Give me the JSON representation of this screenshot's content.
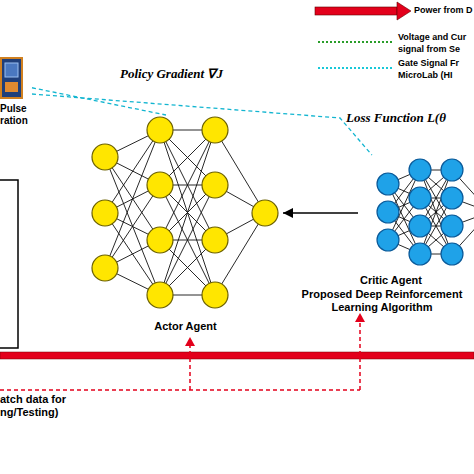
{
  "diagram": {
    "nodes": [
      {
        "text": [
          "Pulse ration"
        ]
      },
      {
        "text": [
          "Actor Agent"
        ]
      },
      {
        "text": [
          "Critic Agent"
        ]
      }
    ],
    "edges": [
      {
        "from": 0,
        "to": 1,
        "label": "Policy Gradient ∇J",
        "arrow": "none"
      },
      {
        "from": 0,
        "to": 2,
        "label": "Loss Function L(θ",
        "arrow": "none"
      },
      {
        "from": 2,
        "to": 1,
        "arrow": "to"
      }
    ],
    "labels": [
      "Proposed Deep Reinforcement Learning Algorithm",
      "atch data for",
      "ng/Testing)"
    ],
    "legend": [
      {
        "text": "Power from D"
      },
      {
        "text": "Voltage and Cur signal from Se"
      },
      {
        "text": "Gate Signal Fr MicroLab (HI"
      }
    ]
  }
}
